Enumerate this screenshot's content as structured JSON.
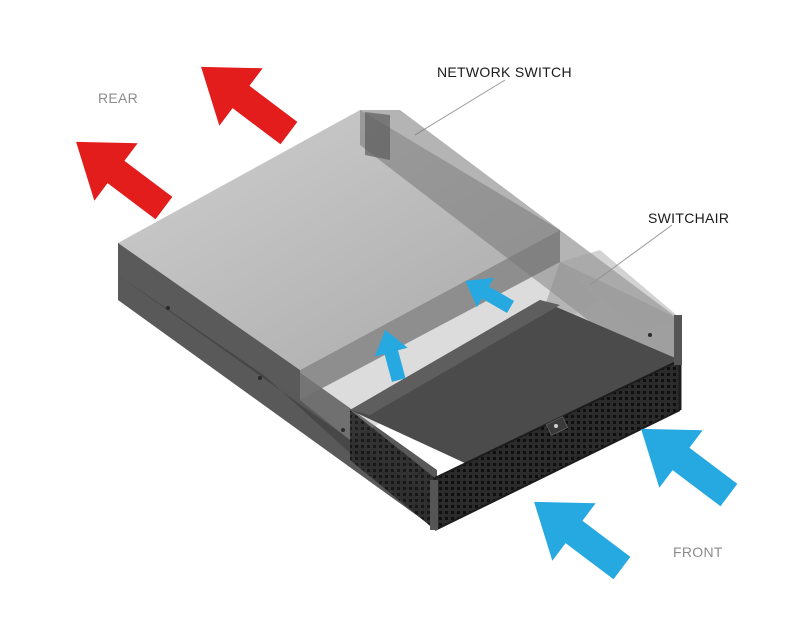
{
  "labels": {
    "rear": "REAR",
    "network_switch": "NETWORK SWITCH",
    "switchair": "SWITCHAIR",
    "front": "FRONT"
  },
  "colors": {
    "exhaust_arrow": "#e31c1c",
    "intake_arrow": "#26a8e0",
    "chassis_dark": "#3d3d3d",
    "chassis_mid": "#6f6f6f",
    "switch_top": "#b9b9b9",
    "label_dark": "#1a1a1a",
    "label_gray": "#8c8c8c",
    "leader_line": "#9a9a9a"
  },
  "arrows": {
    "exhaust_count": 2,
    "intake_outer_count": 2,
    "intake_inner_count": 2
  }
}
